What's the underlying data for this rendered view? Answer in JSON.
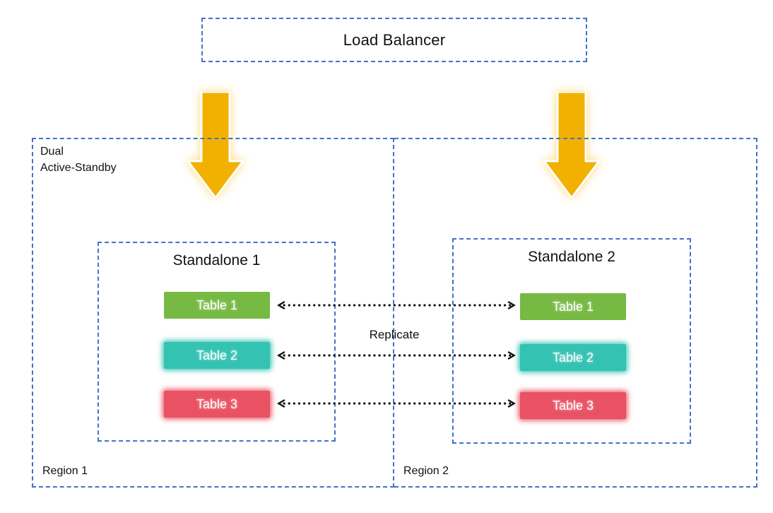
{
  "load_balancer": {
    "label": "Load Balancer"
  },
  "replication": {
    "label": "Replicate"
  },
  "regions": [
    {
      "label": "Region 1",
      "corner_label_lines": [
        "Dual",
        "Active-Standby"
      ],
      "standalone": {
        "title": "Standalone 1",
        "tables": [
          {
            "label": "Table 1",
            "color": "#76B943"
          },
          {
            "label": "Table 2",
            "color": "#34C2B2"
          },
          {
            "label": "Table 3",
            "color": "#E85263"
          }
        ]
      }
    },
    {
      "label": "Region 2",
      "standalone": {
        "title": "Standalone 2",
        "tables": [
          {
            "label": "Table 1",
            "color": "#76B943"
          },
          {
            "label": "Table 2",
            "color": "#34C2B2"
          },
          {
            "label": "Table 3",
            "color": "#E85263"
          }
        ]
      }
    }
  ],
  "colors": {
    "border_blue": "#4472C4",
    "arrow_orange": "#F2B100",
    "table_green": "#76B943",
    "table_teal": "#34C2B2",
    "table_red": "#E85263",
    "dotted_arrow": "#111111",
    "text": "#111111",
    "table_text": "#FFFFFF"
  }
}
